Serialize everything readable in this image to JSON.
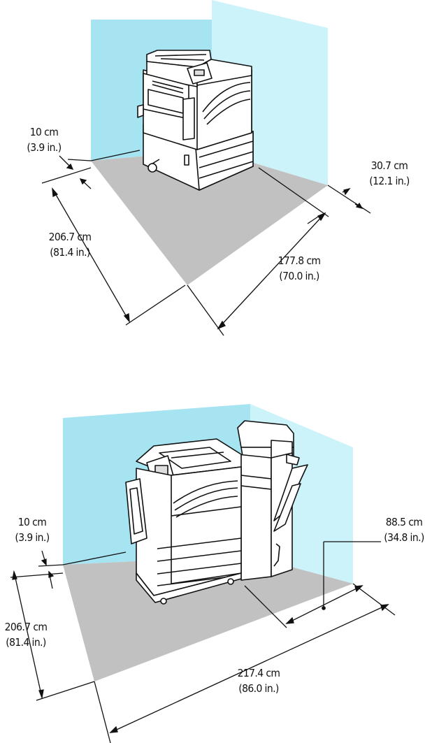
{
  "colors": {
    "wall_left": "#a6e4f2",
    "wall_right": "#ccf2fa",
    "floor": "#c1c1c1",
    "line": "#111111",
    "printer_body": "#ffffff"
  },
  "diagram_top": {
    "left_clearance": {
      "cm": "10 cm",
      "in": "(3.9 in.)"
    },
    "depth": {
      "cm": "206.7 cm",
      "in": "(81.4 in.)"
    },
    "right_clearance": {
      "cm": "30.7 cm",
      "in": "(12.1 in.)"
    },
    "width": {
      "cm": "177.8 cm",
      "in": "(70.0 in.)"
    }
  },
  "diagram_bottom": {
    "left_clearance": {
      "cm": "10 cm",
      "in": "(3.9 in.)"
    },
    "depth": {
      "cm": "206.7 cm",
      "in": "(81.4 in.)"
    },
    "right_clearance": {
      "cm": "88.5 cm",
      "in": "(34.8 in.)"
    },
    "width": {
      "cm": "217.4 cm",
      "in": "(86.0 in.)"
    }
  }
}
